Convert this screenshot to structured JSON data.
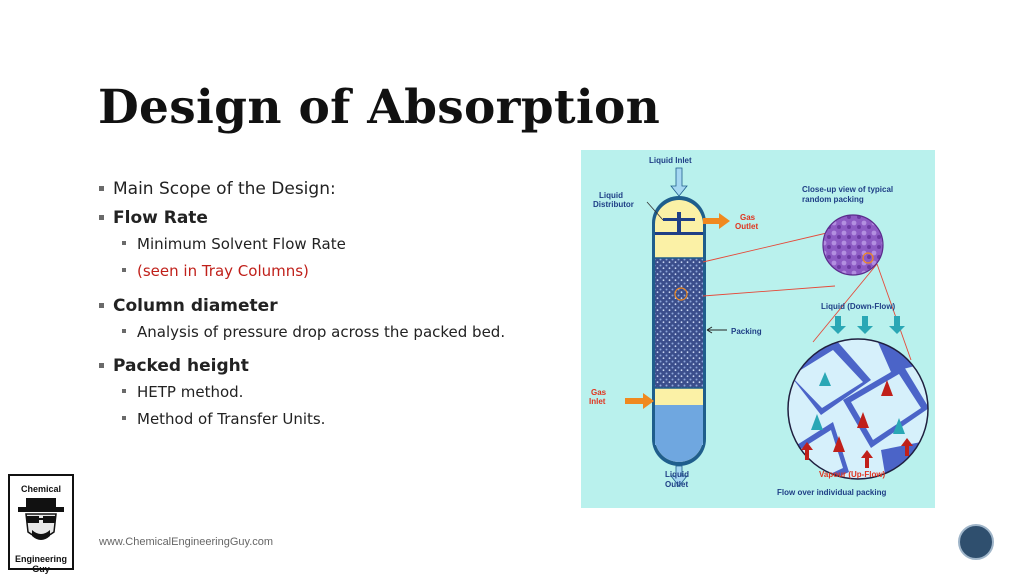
{
  "slide": {
    "title": "Design of Absorption",
    "bullets": [
      {
        "text": "Main Scope of the Design:"
      },
      {
        "text": "Flow Rate",
        "sub": [
          "Minimum Solvent Flow Rate",
          "(seen in Tray Columns)"
        ]
      },
      {
        "text": "Column diameter",
        "sub": [
          "Analysis of pressure drop across the packed bed."
        ]
      },
      {
        "text": "Packed height",
        "sub": [
          "HETP method.",
          "Method of Transfer Units."
        ]
      }
    ],
    "footer": "www.ChemicalEngineeringGuy.com"
  },
  "logo": {
    "line1": "Chemical",
    "line2": "Engineering Guy"
  },
  "colors": {
    "title": "#111111",
    "highlight": "#c0201a",
    "figure_background": "#b9f1ed",
    "liquid": "#fbf1a6",
    "packing": "#3b4e8c",
    "arrow": "#f0891f"
  },
  "figure": {
    "labels": {
      "liquid_inlet": "Liquid Inlet",
      "liquid_distributor_1": "Liquid",
      "liquid_distributor_2": "Distributor",
      "gas_outlet_1": "Gas",
      "gas_outlet_2": "Outlet",
      "closeup_1": "Close-up view of typical",
      "closeup_2": "random packing",
      "liquid_downflow": "Liquid (Down-Flow)",
      "packing": "Packing",
      "gas_inlet_1": "Gas",
      "gas_inlet_2": "Inlet",
      "liquid_outlet_1": "Liquid",
      "liquid_outlet_2": "Outlet",
      "vapour_upflow": "Vapour (Up-Flow)",
      "flow_caption": "Flow over individual packing"
    }
  }
}
